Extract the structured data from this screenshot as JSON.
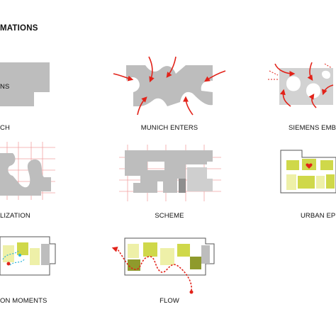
{
  "title": "MATIONS",
  "fragment_text": "NS",
  "panels": [
    {
      "id": "panel-1",
      "label": "CH"
    },
    {
      "id": "panel-2",
      "label": "MUNICH ENTERS"
    },
    {
      "id": "panel-3",
      "label": "SIEMENS EMBR"
    },
    {
      "id": "panel-4",
      "label": "LIZATION"
    },
    {
      "id": "panel-5",
      "label": "SCHEME"
    },
    {
      "id": "panel-6",
      "label": "URBAN EPI"
    },
    {
      "id": "panel-7",
      "label": "ON MOMENTS"
    },
    {
      "id": "panel-8",
      "label": "FLOW"
    }
  ],
  "colors": {
    "gray": "#bdbdbd",
    "dark_gray": "#8e8e8e",
    "red": "#e2231a",
    "pink_grid": "#f2a3a3",
    "lime": "#cfd84a",
    "pale_lime": "#eef0a8",
    "olive": "#8f9a2c",
    "cyan": "#2bb5d8"
  }
}
